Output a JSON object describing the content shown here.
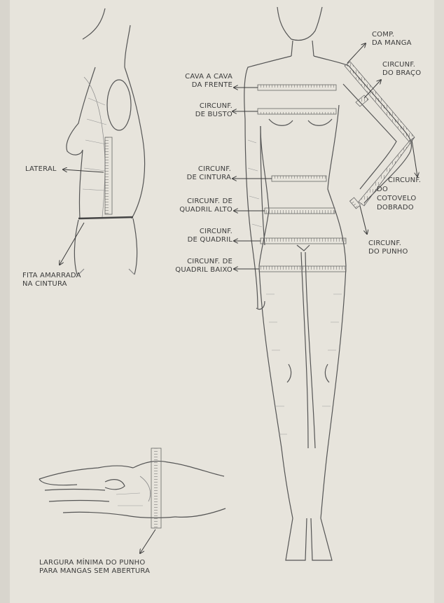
{
  "labels": {
    "comp_manga": [
      "COMP.",
      "DA MANGA"
    ],
    "circ_braco": [
      "CIRCUNF.",
      "DO BRAÇO"
    ],
    "cava_frente": [
      "CAVA A CAVA",
      "DA FRENTE"
    ],
    "circ_busto": [
      "CIRCUNF.",
      "DE BUSTO"
    ],
    "lateral": [
      "LATERAL"
    ],
    "circ_cintura": [
      "CIRCUNF.",
      "DE CINTURA"
    ],
    "circ_quadril_alto": [
      "CIRCUNF. DE",
      "QUADRIL ALTO"
    ],
    "circ_cotovelo": [
      "CIRCUNF.",
      "DO",
      "COTOVELO",
      "DOBRADO"
    ],
    "circ_quadril": [
      "CIRCUNF.",
      "DE QUADRIL"
    ],
    "circ_punho": [
      "CIRCUNF.",
      "DO PUNHO"
    ],
    "circ_quadril_baixo": [
      "CIRCUNF. DE",
      "QUADRIL BAIXO"
    ],
    "fita_amarrada": [
      "FITA AMARRADA",
      "NA CINTURA"
    ],
    "largura_punho": [
      "LARGURA MÍNIMA DO PUNHO",
      "PARA MANGAS SEM ABERTURA"
    ]
  },
  "colors": {
    "paper": "#e7e4dc",
    "ink": "#3b3b3b",
    "tape": "#6a6a6a"
  }
}
